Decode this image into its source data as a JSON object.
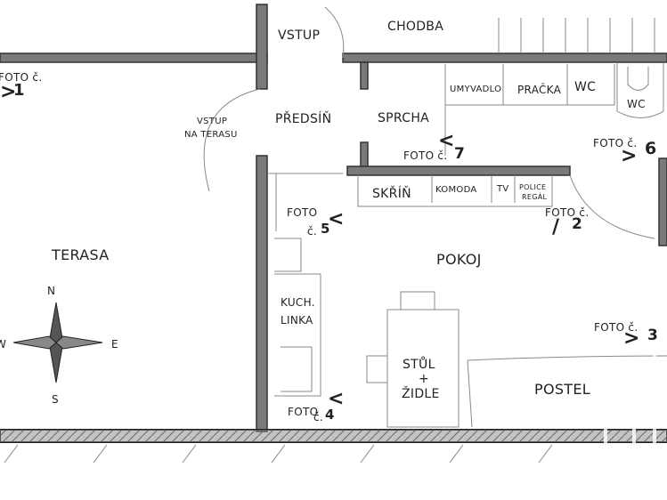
{
  "rooms": {
    "vstup": "VSTUP",
    "chodba": "CHODBA",
    "vstup_terasa_1": "VSTUP",
    "vstup_terasa_2": "NA TERASU",
    "predsin": "PŘEDSÍŇ",
    "sprcha": "SPRCHA",
    "umyvadlo": "UMYVADLO",
    "pracka": "PRAČKA",
    "wc1": "WC",
    "wc2": "WC",
    "skrin": "SKŘÍŇ",
    "komoda": "KOMODA",
    "tv": "TV",
    "police_1": "POLICE",
    "police_2": "REGÁL",
    "terasa": "TERASA",
    "pokoj": "POKOJ",
    "kuch_1": "KUCH.",
    "kuch_2": "LINKA",
    "stul_1": "STŮL",
    "stul_2": "+",
    "stul_3": "ŽIDLE",
    "postel": "POSTEL"
  },
  "compass": {
    "n": "N",
    "e": "E",
    "s": "S",
    "w": "W"
  },
  "photos": {
    "f1": {
      "label": "FOTO č.",
      "num": "1"
    },
    "f2": {
      "label": "FOTO č.",
      "num": "2"
    },
    "f3": {
      "label": "FOTO č.",
      "num": "3"
    },
    "f4": {
      "label": "FOTO",
      "label2": "č.",
      "num": "4"
    },
    "f5": {
      "label": "FOTO",
      "label2": "č.",
      "num": "5"
    },
    "f6": {
      "label": "FOTO č.",
      "num": "6"
    },
    "f7": {
      "label": "FOTO č.",
      "num": "7"
    }
  }
}
